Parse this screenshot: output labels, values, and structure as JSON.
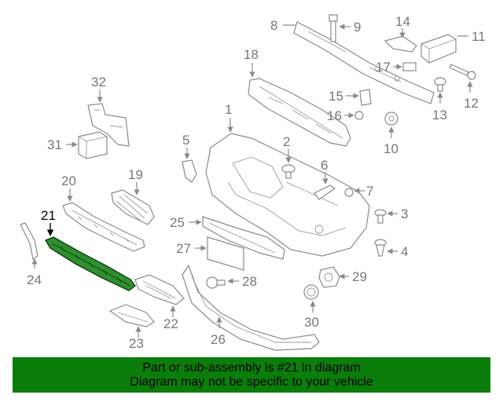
{
  "callouts": {
    "c1": "1",
    "c2": "2",
    "c3": "3",
    "c4": "4",
    "c5": "5",
    "c6": "6",
    "c7": "7",
    "c8": "8",
    "c9": "9",
    "c10": "10",
    "c11": "11",
    "c12": "12",
    "c13": "13",
    "c14": "14",
    "c15": "15",
    "c16": "16",
    "c17": "17",
    "c18": "18",
    "c19": "19",
    "c20": "20",
    "c21": "21",
    "c22": "22",
    "c23": "23",
    "c24": "24",
    "c25": "25",
    "c26": "26",
    "c27": "27",
    "c28": "28",
    "c29": "29",
    "c30": "30",
    "c31": "31",
    "c32": "32"
  },
  "highlight_part": "21",
  "colors": {
    "banner": "#0a7d0a",
    "highlight_fill": "#2f8f2f",
    "line_art": "#8a8a8a"
  },
  "banner": {
    "line1": "Part or sub-assembly is #21 in diagram",
    "line2": "Diagram may not be specific to your vehicle"
  }
}
